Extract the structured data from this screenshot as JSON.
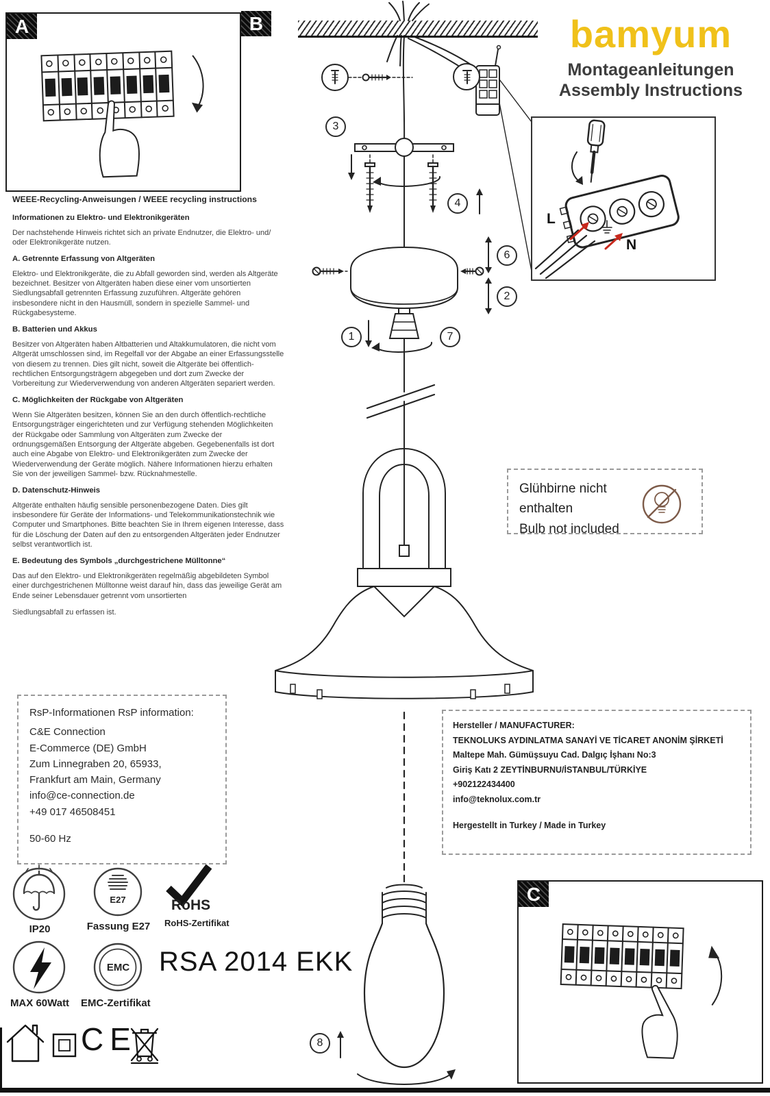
{
  "header": {
    "brand": "bamyum",
    "subtitle_de": "Montageanleitungen",
    "subtitle_en": "Assembly Instructions"
  },
  "section_labels": {
    "a": "A",
    "b": "B",
    "c": "C"
  },
  "weee": {
    "title": "WEEE-Recycling-Anweisungen / WEEE recycling instructions",
    "intro_heading": "Informationen zu Elektro- und Elektronikgeräten",
    "intro_text": "Der nachstehende Hinweis richtet sich an private Endnutzer, die Elektro- und/ oder Elektronikgeräte nutzen.",
    "sections": [
      {
        "heading": "A. Getrennte Erfassung von Altgeräten",
        "text": "Elektro- und Elektronikgeräte, die zu Abfall geworden sind, werden als Altgeräte bezeichnet. Besitzer von Altgeräten haben diese einer vom unsortierten Siedlungsabfall getrennten Erfassung zuzuführen. Altgeräte gehören insbesondere nicht in den Hausmüll, sondern in spezielle Sammel- und Rückgabesysteme."
      },
      {
        "heading": "B. Batterien und Akkus",
        "text": "Besitzer von Altgeräten haben Altbatterien und Altakkumulatoren, die nicht vom Altgerät umschlossen sind, im Regelfall vor der Abgabe an einer Erfassungsstelle von diesem zu trennen. Dies gilt nicht, soweit die Altgeräte bei öffentlich-rechtlichen Entsorgungsträgern abgegeben und dort zum Zwecke der Vorbereitung zur Wiederverwendung von anderen Altgeräten separiert werden."
      },
      {
        "heading": "C. Möglichkeiten der Rückgabe von Altgeräten",
        "text": "Wenn Sie Altgeräten besitzen, können Sie an den durch öffentlich-rechtliche Entsorgungsträger eingerichteten und zur Verfügung stehenden Möglichkeiten der Rückgabe oder Sammlung von Altgeräten zum Zwecke der ordnungsgemäßen Entsorgung der Altgeräte abgeben. Gegebenenfalls ist dort auch eine Abgabe von Elektro- und Elektronikgeräten zum Zwecke der Wiederverwendung der Geräte möglich. Nähere Informationen hierzu erhalten Sie von der jeweiligen Sammel- bzw. Rücknahmestelle."
      },
      {
        "heading": "D. Datenschutz-Hinweis",
        "text": "Altgeräte enthalten häufig sensible personenbezogene Daten. Dies gilt insbesondere für Geräte der Informations- und Telekommunikationstechnik wie Computer und Smartphones. Bitte beachten Sie in Ihrem eigenen Interesse, dass für die Löschung der Daten auf den zu entsorgenden Altgeräten jeder Endnutzer selbst verantwortlich ist."
      },
      {
        "heading": "E. Bedeutung des Symbols „durchgestrichene Mülltonne“",
        "text": "Das auf den Elektro- und Elektronikgeräten regelmäßig abgebildeten Symbol einer durchgestrichenen Mülltonne weist darauf hin, dass das jeweilige Gerät am Ende seiner Lebensdauer getrennt vom unsortierten"
      }
    ],
    "closing": "Siedlungsabfall zu erfassen ist."
  },
  "diagram": {
    "steps": {
      "s1": "1",
      "s2": "2",
      "s3": "3",
      "s4": "4",
      "s6": "6",
      "s7": "7",
      "s8": "8"
    }
  },
  "wiring": {
    "l": "L",
    "n": "N"
  },
  "bulb_note": {
    "line1": "Glühbirne nicht enthalten",
    "line2": "Bulb not included"
  },
  "rsp": {
    "title": "RsP-Informationen RsP information:",
    "lines": [
      "C&E Connection",
      "E-Commerce (DE) GmbH",
      "Zum Linnegraben 20, 65933,",
      "Frankfurt am Main, Germany",
      "info@ce-connection.de",
      "+49 017 46508451"
    ],
    "frequency": "50-60 Hz"
  },
  "manufacturer": {
    "title": "Hersteller / MANUFACTURER:",
    "lines": [
      "TEKNOLUKS AYDINLATMA SANAYİ VE TİCARET ANONİM ŞİRKETİ",
      "Maltepe Mah. Gümüşsuyu Cad. Dalgıç İşhanı No:3",
      "Giriş Katı 2 ZEYTİNBURNU/İSTANBUL/TÜRKİYE",
      "+902122434400",
      "info@teknolux.com.tr"
    ],
    "made_in": "Hergestellt in Turkey / Made in Turkey"
  },
  "certifications": {
    "ip_rating": "IP20",
    "socket_code": "E27",
    "socket_label": "Fassung E27",
    "rohs_title": "RoHS",
    "rohs_label": "RoHS-Zertifikat",
    "max_watt": "MAX 60Watt",
    "emc_code": "EMC",
    "emc_label": "EMC-Zertifikat",
    "ce_mark": "CE",
    "model": "RSA 2014 EKK"
  },
  "colors": {
    "brand_yellow": "#f0c11a",
    "arrow_red": "#c8281c",
    "bulb_note_brown": "#7d5b49"
  }
}
